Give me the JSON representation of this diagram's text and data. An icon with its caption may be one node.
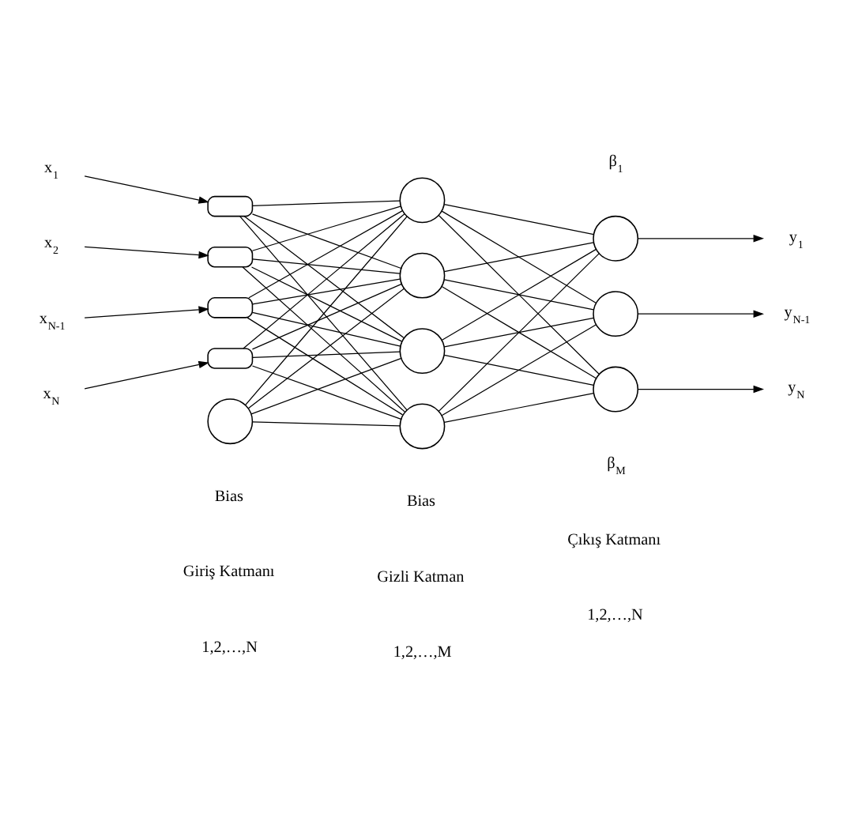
{
  "diagram": {
    "nodes": [
      {
        "text": [
          "x$_{1}$"
        ]
      },
      {
        "text": [
          "x$_{2}$"
        ]
      },
      {
        "text": [
          "x$_{N-1}$"
        ]
      },
      {
        "text": [
          "x$_{N}$"
        ]
      },
      {
        "text": [],
        "shape": "box"
      },
      {
        "text": [],
        "shape": "box"
      },
      {
        "text": [],
        "shape": "box"
      },
      {
        "text": [],
        "shape": "box"
      },
      {
        "text": [],
        "shape": "circle"
      },
      {
        "text": [],
        "shape": "circle"
      },
      {
        "text": [],
        "shape": "circle"
      },
      {
        "text": [],
        "shape": "circle"
      },
      {
        "text": [],
        "shape": "circle"
      },
      {
        "text": [],
        "shape": "circle"
      },
      {
        "text": [],
        "shape": "circle"
      },
      {
        "text": [],
        "shape": "circle"
      },
      {
        "text": [
          "y$_{1}$"
        ]
      },
      {
        "text": [
          "y$_{N-1}$"
        ]
      },
      {
        "text": [
          "y$_{N}$"
        ]
      }
    ],
    "edges": [
      {
        "from": 0,
        "to": 4,
        "arrow": "to"
      },
      {
        "from": 1,
        "to": 5,
        "arrow": "to"
      },
      {
        "from": 2,
        "to": 6,
        "arrow": "to"
      },
      {
        "from": 3,
        "to": 7,
        "arrow": "to"
      },
      {
        "from": 4,
        "to": 9,
        "arrow": "none"
      },
      {
        "from": 4,
        "to": 10,
        "arrow": "none"
      },
      {
        "from": 4,
        "to": 11,
        "arrow": "none"
      },
      {
        "from": 4,
        "to": 12,
        "arrow": "none"
      },
      {
        "from": 5,
        "to": 9,
        "arrow": "none"
      },
      {
        "from": 5,
        "to": 10,
        "arrow": "none"
      },
      {
        "from": 5,
        "to": 11,
        "arrow": "none"
      },
      {
        "from": 5,
        "to": 12,
        "arrow": "none"
      },
      {
        "from": 6,
        "to": 9,
        "arrow": "none"
      },
      {
        "from": 6,
        "to": 10,
        "arrow": "none"
      },
      {
        "from": 6,
        "to": 11,
        "arrow": "none"
      },
      {
        "from": 6,
        "to": 12,
        "arrow": "none"
      },
      {
        "from": 7,
        "to": 9,
        "arrow": "none"
      },
      {
        "from": 7,
        "to": 10,
        "arrow": "none"
      },
      {
        "from": 7,
        "to": 11,
        "arrow": "none"
      },
      {
        "from": 7,
        "to": 12,
        "arrow": "none"
      },
      {
        "from": 8,
        "to": 9,
        "arrow": "none"
      },
      {
        "from": 8,
        "to": 10,
        "arrow": "none"
      },
      {
        "from": 8,
        "to": 11,
        "arrow": "none"
      },
      {
        "from": 8,
        "to": 12,
        "arrow": "none"
      },
      {
        "from": 9,
        "to": 13,
        "arrow": "none"
      },
      {
        "from": 9,
        "to": 14,
        "arrow": "none"
      },
      {
        "from": 9,
        "to": 15,
        "arrow": "none"
      },
      {
        "from": 10,
        "to": 13,
        "arrow": "none"
      },
      {
        "from": 10,
        "to": 14,
        "arrow": "none"
      },
      {
        "from": 10,
        "to": 15,
        "arrow": "none"
      },
      {
        "from": 11,
        "to": 13,
        "arrow": "none"
      },
      {
        "from": 11,
        "to": 14,
        "arrow": "none"
      },
      {
        "from": 11,
        "to": 15,
        "arrow": "none"
      },
      {
        "from": 12,
        "to": 13,
        "arrow": "none"
      },
      {
        "from": 12,
        "to": 14,
        "arrow": "none"
      },
      {
        "from": 12,
        "to": 15,
        "arrow": "none"
      },
      {
        "from": 13,
        "to": 16,
        "arrow": "to"
      },
      {
        "from": 14,
        "to": 17,
        "arrow": "to"
      },
      {
        "from": 15,
        "to": 18,
        "arrow": "to"
      }
    ],
    "labels": [
      "β$_{1}$",
      "β$_{M}$",
      "Bias",
      "Bias",
      "Giriş Katmanı",
      "1,2,…,N",
      "Gizli Katman",
      "1,2,…,M",
      "Çıkış Katmanı",
      "1,2,…,N"
    ]
  }
}
